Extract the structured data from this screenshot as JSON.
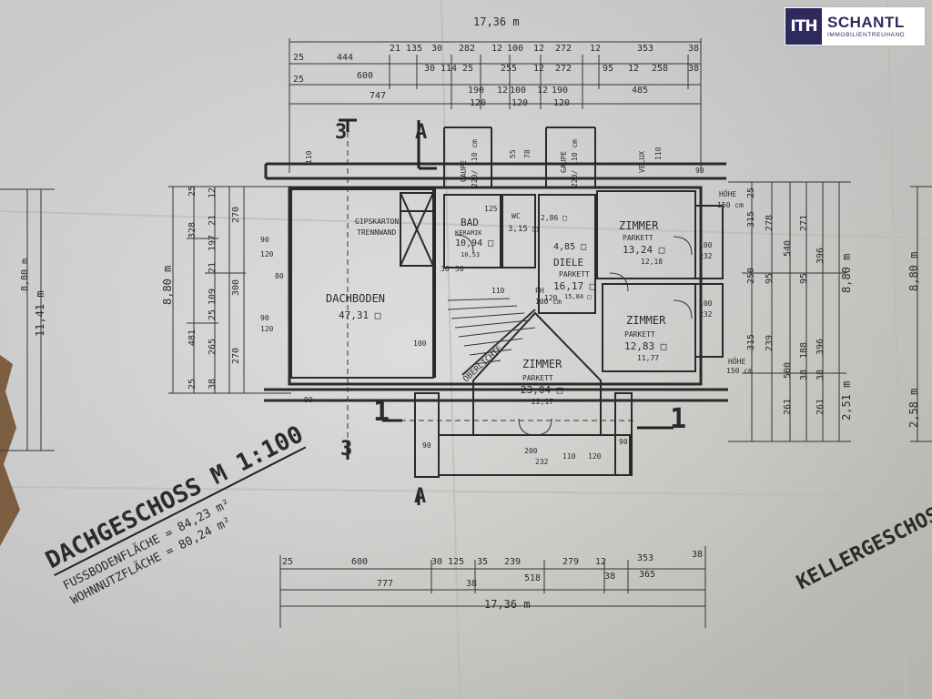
{
  "logo": {
    "mark": "ITH",
    "name": "SCHANTL",
    "subtitle": "IMMOBILIENTREUHAND"
  },
  "plan": {
    "title": "DACHGESCHOSS M 1:100",
    "floor_area": "FUSSBODENFLÄCHE = 84,23 m²",
    "living_area": "WOHNNUTZFLÄCHE = 80,24 m²",
    "next_sheet": "KELLERGESCHOSS",
    "overall_length": "17,36 m",
    "depth_left": "8,80 m",
    "depth_right": "8,80 m",
    "depth_far_right": "8,80 m",
    "depth_far_left": "11,41 m",
    "height_right": "2,51 m",
    "height_far_right": "2,58 m",
    "section_a": "A",
    "section_1": "1",
    "section_3": "3",
    "partition_label_1": "GIPSKARTON",
    "partition_label_2": "TRENNWAND",
    "stair_label": "OBERLICHTE",
    "dormer_left": "GAUPE",
    "dormer_left_size": "220/ 110 cm",
    "dormer_right": "GAUPE",
    "dormer_right_size": "220/ 110 cm",
    "velux": "VELUX",
    "height_note_1": "HÖHE",
    "height_note_1_val": "150 cm",
    "height_note_2": "HÖHE",
    "height_note_2_val": "150 cm",
    "ph": "PH",
    "ph_val": "100 cm"
  },
  "rooms": [
    {
      "name": "DACHBODEN",
      "floor": "",
      "area": "47,31 □"
    },
    {
      "name": "BAD",
      "floor": "KERAMIK",
      "area": "10,94 □"
    },
    {
      "name": "WC",
      "floor": "",
      "area": "3,15 □"
    },
    {
      "name": "DIELE",
      "floor": "PARKETT",
      "area": "16,17 □"
    },
    {
      "name": "ZIMMER",
      "floor": "PARKETT",
      "area": "13,24 □"
    },
    {
      "name": "ZIMMER",
      "floor": "PARKETT",
      "area": "12,83 □"
    },
    {
      "name": "ZIMMER",
      "floor": "PARKETT",
      "area": "23,04 □"
    }
  ],
  "room_extra": {
    "wc_sub": "2,86 □",
    "diele_top": "4,85 □",
    "diele_sub": "15,84 □",
    "zimmer1_sub": "12,18",
    "zimmer2_sub": "11,77",
    "zimmer3_sub": "22,17",
    "bad_sub": "10,53"
  },
  "dims_top": {
    "row1": [
      "25",
      "444",
      "21",
      "135",
      "30",
      "282",
      "12",
      "100",
      "12",
      "272",
      "12",
      "353",
      "38"
    ],
    "row2": [
      "25",
      "600",
      "30",
      "114",
      "25",
      "255",
      "12",
      "272",
      "95",
      "12",
      "258",
      "38"
    ],
    "row3": [
      "747",
      "190",
      "12",
      "100",
      "12",
      "190",
      "485"
    ],
    "row4": [
      "120",
      "120",
      "120"
    ]
  },
  "dims_bottom": {
    "row1": [
      "25",
      "600",
      "30",
      "125",
      "35",
      "239",
      "279",
      "12",
      "353",
      "38"
    ],
    "row2": [
      "777",
      "38",
      "518",
      "38",
      "365"
    ]
  },
  "dims_left": [
    "25",
    "328",
    "481",
    "265",
    "38",
    "25",
    "270",
    "300",
    "270",
    "12",
    "197",
    "21",
    "109",
    "25",
    "21",
    "8,80 m"
  ],
  "dims_right": [
    "25",
    "315",
    "278",
    "250",
    "95",
    "315",
    "239",
    "500",
    "261",
    "188",
    "38",
    "540",
    "396",
    "271",
    "95",
    "396",
    "261",
    "38"
  ],
  "dims_inner": [
    "90",
    "120",
    "80",
    "90",
    "120",
    "100",
    "90",
    "90",
    "110",
    "55",
    "78",
    "110",
    "90",
    "100",
    "232",
    "100",
    "232",
    "200",
    "232",
    "110",
    "120",
    "90",
    "125",
    "30",
    "30",
    "110",
    "120"
  ]
}
